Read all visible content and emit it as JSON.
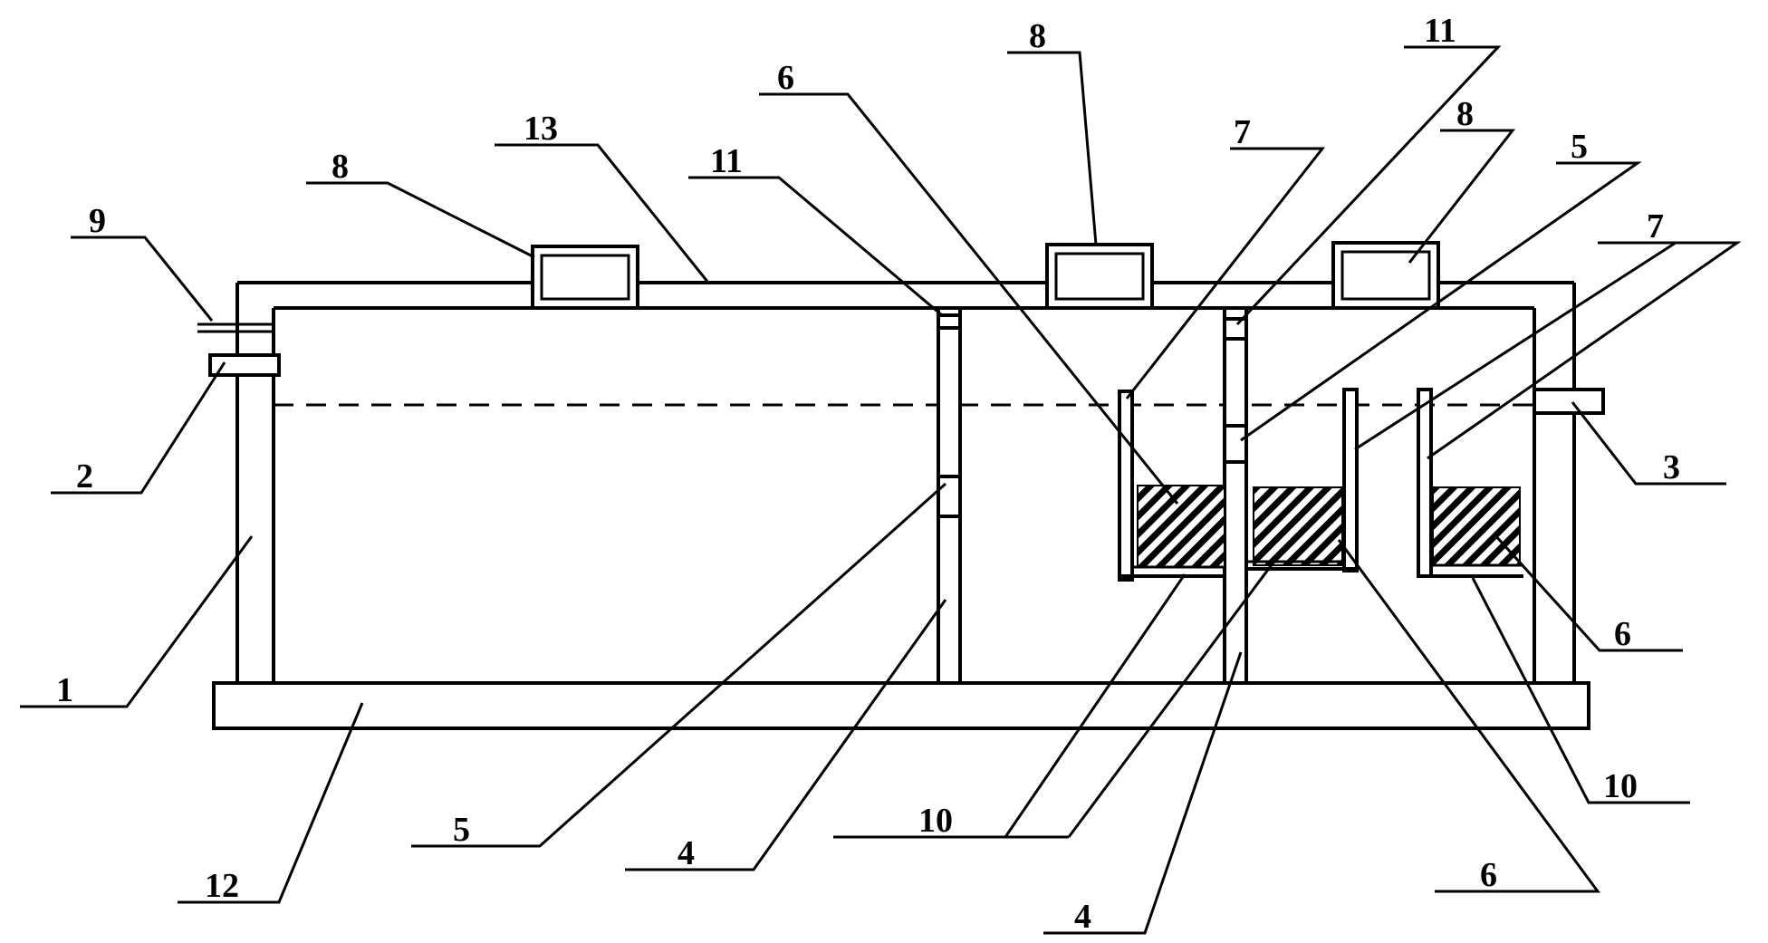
{
  "labels": {
    "tank_wall": "1",
    "inlet": "2",
    "outlet": "3",
    "partition": "4",
    "through_hole": "5",
    "filler": "6",
    "baffle": "7",
    "cover": "8",
    "vent_pipe": "9",
    "support_plate": "10",
    "vent_hole": "11",
    "base": "12",
    "top_plate": "13"
  }
}
